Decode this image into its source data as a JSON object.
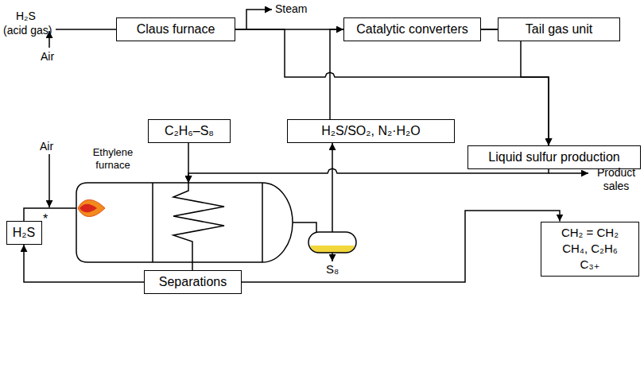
{
  "diagram": {
    "nodes": [
      {
        "text": [
          "Claus furnace"
        ]
      },
      {
        "text": [
          "Catalytic converters"
        ]
      },
      {
        "text": [
          "Tail gas unit"
        ]
      },
      {
        "text": [
          "C₂H₆–S₈"
        ]
      },
      {
        "text": [
          "H₂S/SO₂, N₂·H₂O"
        ]
      },
      {
        "text": [
          "Liquid sulfur production"
        ]
      },
      {
        "text": [
          "Ethylene furnace"
        ]
      },
      {
        "text": [
          "CH₂ = CH₂",
          "CH₄, C₂H₆",
          "C₃₊"
        ]
      },
      {
        "text": [
          "H₂S"
        ]
      },
      {
        "text": [
          "S₈"
        ]
      },
      {
        "text": [
          "Separations"
        ]
      }
    ],
    "edges": [
      {
        "from": 0,
        "to": 1,
        "arrow": "none"
      },
      {
        "from": 0,
        "to": 5,
        "arrow": "to"
      },
      {
        "from": 4,
        "to": 1,
        "arrow": "to"
      },
      {
        "from": 1,
        "to": 2,
        "arrow": "none"
      },
      {
        "from": 1,
        "to": 5,
        "arrow": "to"
      },
      {
        "from": 3,
        "to": 6,
        "arrow": "to"
      },
      {
        "from": 5,
        "to": 6,
        "arrow": "to"
      },
      {
        "from": 6,
        "to": 9,
        "arrow": "none"
      },
      {
        "from": 9,
        "to": 4,
        "arrow": "to"
      },
      {
        "from": 10,
        "to": 8,
        "arrow": "to"
      },
      {
        "from": 8,
        "to": 6,
        "arrow": "none"
      },
      {
        "from": 6,
        "to": 10,
        "arrow": "none"
      },
      {
        "from": 10,
        "to": 7,
        "arrow": "to"
      }
    ],
    "labels": [
      "H₂S",
      "(acid gas)",
      "Steam",
      "Air",
      "Air",
      "Product sales",
      "*"
    ]
  }
}
